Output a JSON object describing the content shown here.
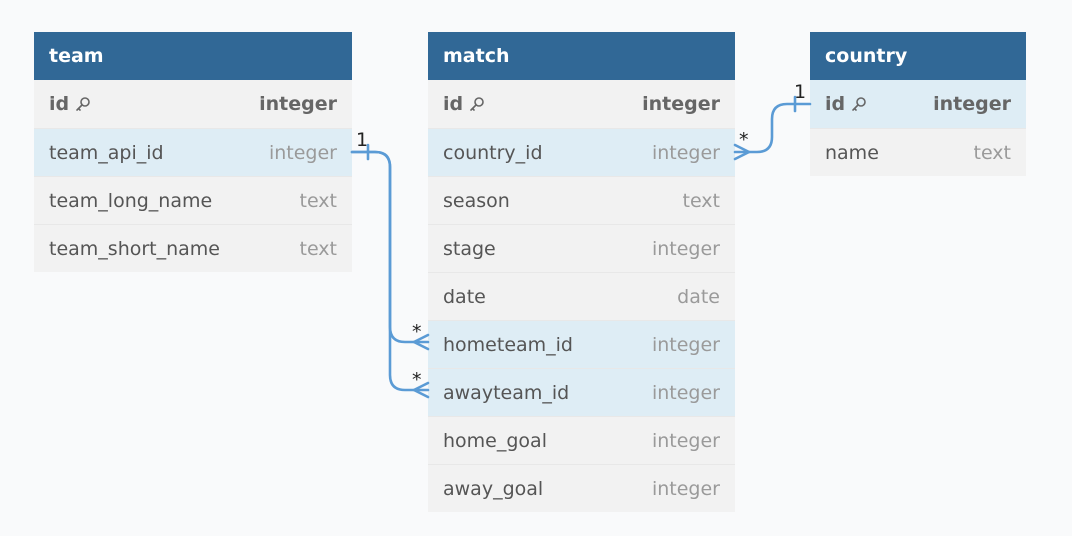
{
  "colors": {
    "header": "#316896",
    "row": "#f2f2f2",
    "highlight": "#deedf5",
    "connector": "#5b9bd5"
  },
  "tables": {
    "team": {
      "title": "team",
      "fields": [
        {
          "name": "id",
          "type": "integer",
          "icon": "key-icon"
        },
        {
          "name": "team_api_id",
          "type": "integer"
        },
        {
          "name": "team_long_name",
          "type": "text"
        },
        {
          "name": "team_short_name",
          "type": "text"
        }
      ]
    },
    "match": {
      "title": "match",
      "fields": [
        {
          "name": "id",
          "type": "integer",
          "icon": "key-icon"
        },
        {
          "name": "country_id",
          "type": "integer"
        },
        {
          "name": "season",
          "type": "text"
        },
        {
          "name": "stage",
          "type": "integer"
        },
        {
          "name": "date",
          "type": "date"
        },
        {
          "name": "hometeam_id",
          "type": "integer"
        },
        {
          "name": "awayteam_id",
          "type": "integer"
        },
        {
          "name": "home_goal",
          "type": "integer"
        },
        {
          "name": "away_goal",
          "type": "integer"
        }
      ]
    },
    "country": {
      "title": "country",
      "fields": [
        {
          "name": "id",
          "type": "integer",
          "icon": "key-icon"
        },
        {
          "name": "name",
          "type": "text"
        }
      ]
    }
  },
  "relations": [
    {
      "from": "team.team_api_id",
      "to": "match.hometeam_id",
      "from_card": "1",
      "to_card": "*"
    },
    {
      "from": "team.team_api_id",
      "to": "match.awayteam_id",
      "from_card": "1",
      "to_card": "*"
    },
    {
      "from": "country.id",
      "to": "match.country_id",
      "from_card": "1",
      "to_card": "*"
    }
  ]
}
